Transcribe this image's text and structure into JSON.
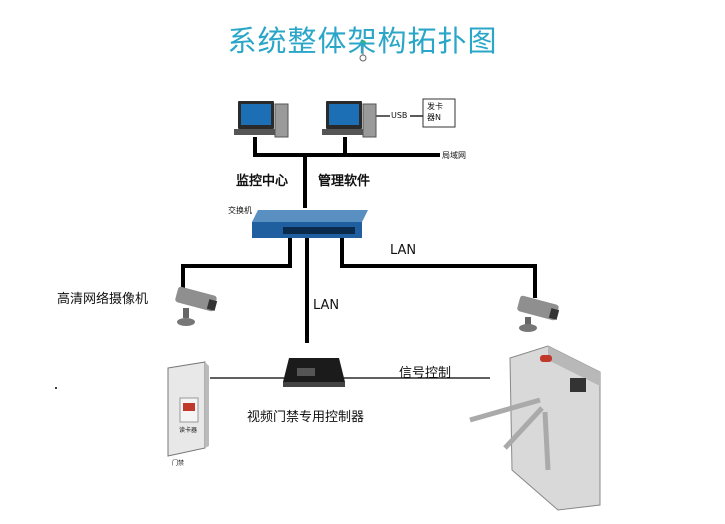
{
  "title": "系统整体架构拓扑图",
  "nodes": {
    "pc_monitor": "监控中心",
    "pc_manage": "管理软件",
    "usb": "USB",
    "card_issuer": "发卡\n器N",
    "lan_net": "局域网",
    "switch": "交换机",
    "camera": "高清网络摄像机",
    "controller": "视频门禁专用控制器",
    "door": "门禁",
    "reader": "读卡器"
  },
  "links": {
    "lan_right": "LAN",
    "lan_down": "LAN",
    "signal": "信号控制"
  }
}
